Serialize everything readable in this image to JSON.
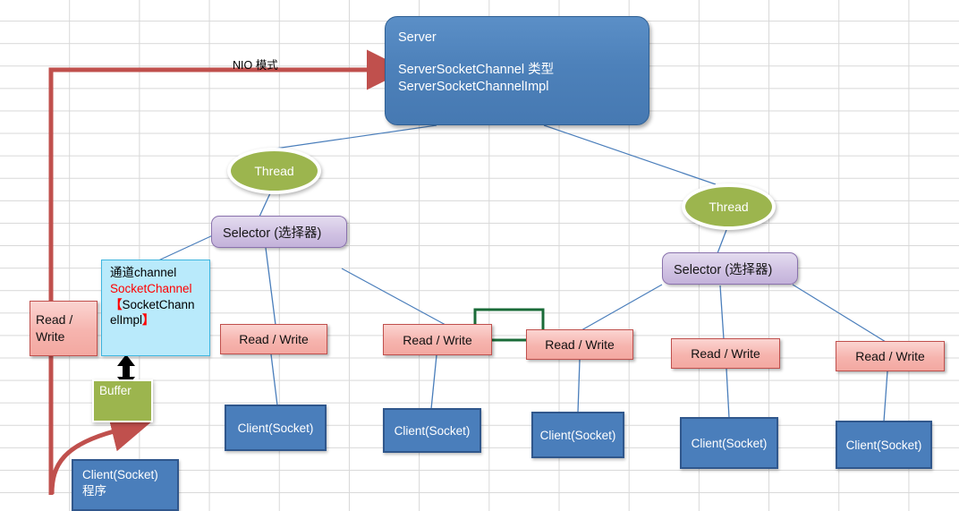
{
  "diagram": {
    "title_label": "NIO 模式",
    "server": {
      "line1": "Server",
      "line2": "ServerSocketChannel 类型",
      "line3": "ServerSocketChannelImpl"
    },
    "threads": [
      {
        "label": "Thread"
      },
      {
        "label": "Thread"
      }
    ],
    "selectors": [
      {
        "label": "Selector (选择器)"
      },
      {
        "label": "Selector (选择器)"
      }
    ],
    "read_write_boxes": [
      {
        "label": "Read / Write"
      },
      {
        "label": "Read / Write"
      },
      {
        "label": "Read / Write"
      },
      {
        "label": "Read / Write"
      },
      {
        "label": "Read / Write"
      },
      {
        "label": "Read / Write"
      }
    ],
    "read_write_left": {
      "line1": "Read /",
      "line2": "Write"
    },
    "clients": [
      {
        "label": "Client(Socket)"
      },
      {
        "label": "Client(Socket)"
      },
      {
        "label": "Client(Socket)"
      },
      {
        "label": "Client(Socket)"
      },
      {
        "label": "Client(Socket)"
      }
    ],
    "client_program": {
      "line1": "Client(Socket)",
      "line2": "程序"
    },
    "channel_box": {
      "line1": "通道channel",
      "line2": "SocketChannel",
      "bracket_open": "【",
      "line3": "SocketChann",
      "line4": "elImpl",
      "bracket_close": "】"
    },
    "buffer": {
      "label": "Buffer"
    },
    "colors": {
      "server_blue": "#4d81ba",
      "thread_green": "#9cb54e",
      "selector_purple": "#c3b2da",
      "read_write_pink": "#f6b4ae",
      "client_blue": "#4a7ebb",
      "channel_cyan": "#b9eafb",
      "channel_red_text": "#ff0000",
      "buffer_green": "#9cb54e",
      "arrow_red": "#c0504d",
      "bracket_green": "#1a6b38",
      "connector_blue": "#4a7ebb",
      "grid_gray": "#d8d8d8"
    }
  }
}
